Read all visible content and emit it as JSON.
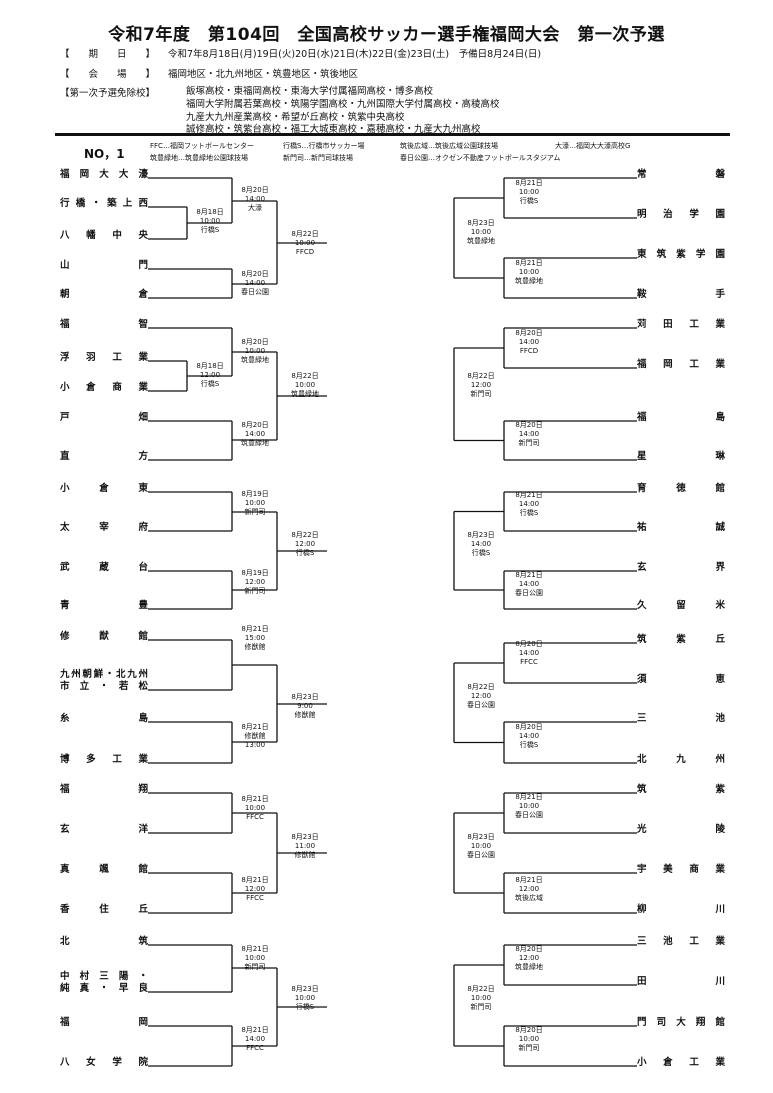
{
  "title": "令和7年度　第104回　全国高校サッカー選手権福岡大会　第一次予選",
  "info": {
    "period_label": "【　　期　　日　　】",
    "period_value": "令和7年8月18日(月)19日(火)20日(水)21日(木)22日(金)23日(土)　予備日8月24日(日)",
    "venue_label": "【　　会　　場　　】",
    "venue_value": "福岡地区・北九州地区・筑豊地区・筑後地区",
    "exempt_label": "【第一次予選免除校】",
    "exempt_lines": [
      "飯塚高校・東福岡高校・東海大学付属福岡高校・博多高校",
      "福岡大学附属若葉高校・筑陽学園高校・九州国際大学付属高校・高稜高校",
      "九産大九州産業高校・希望が丘高校・筑紫中央高校",
      "誠修高校・筑紫台高校・福工大城東高校・嘉穂高校・九産大九州高校"
    ]
  },
  "block_label": "NO，1",
  "legend": [
    "FFC…福岡フットボールセンター",
    "行橋S…行橋市サッカー場",
    "筑後広域…筑後広域公園球技場",
    "大濠…福岡大大濠高校G",
    "筑豊緑地…筑豊緑地公園球技場",
    "新門司…新門司球技場",
    "春日公園…オクゼン不動産フットボールスタジアム"
  ],
  "left_teams": [
    "福岡大大濠",
    "行橋・築上西",
    "八幡中央",
    "山門",
    "朝倉",
    "福智",
    "浮羽工業",
    "小倉商業",
    "戸畑",
    "直方",
    "小倉東",
    "太宰府",
    "武蔵台",
    "青豊",
    "修猷館",
    "九州朝鮮・北九州",
    "市立・若松",
    "糸島",
    "博多工業",
    "福翔",
    "玄洋",
    "真颯館",
    "香住丘",
    "北筑",
    "中村三陽・",
    "純真・早良",
    "福岡",
    "八女学院"
  ],
  "right_teams": [
    "常磐",
    "明治学園",
    "東筑紫学園",
    "鞍手",
    "苅田工業",
    "福岡工業",
    "福島",
    "星琳",
    "育徳館",
    "祐誠",
    "玄界",
    "久留米",
    "筑紫丘",
    "須恵",
    "三池",
    "北九州",
    "筑紫",
    "光陵",
    "宇美商業",
    "柳川",
    "三池工業",
    "田川",
    "門司大翔館",
    "小倉工業"
  ],
  "left_matches": [
    [
      "8月18日",
      "10:00",
      "行橋S"
    ],
    [
      "8月20日",
      "14:00",
      "大濠"
    ],
    [
      "8月20日",
      "14:00",
      "春日公園"
    ],
    [
      "8月22日",
      "10:00",
      "FFCD"
    ],
    [
      "8月18日",
      "12:00",
      "行橋S"
    ],
    [
      "8月20日",
      "10:00",
      "筑豊緑地"
    ],
    [
      "8月20日",
      "14:00",
      "筑豊緑地"
    ],
    [
      "8月22日",
      "10:00",
      "筑豊緑地"
    ],
    [
      "8月19日",
      "10:00",
      "新門司"
    ],
    [
      "8月19日",
      "12:00",
      "新門司"
    ],
    [
      "8月22日",
      "12:00",
      "行橋S"
    ],
    [
      "8月21日",
      "15:00",
      "修猷館"
    ],
    [
      "8月21日",
      "修猷館",
      "13:00"
    ],
    [
      "8月23日",
      "9:00",
      "修猷館"
    ],
    [
      "8月21日",
      "10:00",
      "FFCC"
    ],
    [
      "8月21日",
      "12:00",
      "FFCC"
    ],
    [
      "8月23日",
      "11:00",
      "修猷館"
    ],
    [
      "8月21日",
      "10:00",
      "新門司"
    ],
    [
      "8月21日",
      "14:00",
      "FFCC"
    ],
    [
      "8月23日",
      "10:00",
      "行橋S"
    ]
  ],
  "right_matches": [
    [
      "8月21日",
      "10:00",
      "行橋S"
    ],
    [
      "8月21日",
      "10:00",
      "筑豊緑地"
    ],
    [
      "8月23日",
      "10:00",
      "筑豊緑地"
    ],
    [
      "8月20日",
      "14:00",
      "FFCD"
    ],
    [
      "8月20日",
      "14:00",
      "新門司"
    ],
    [
      "8月22日",
      "12:00",
      "新門司"
    ],
    [
      "8月21日",
      "14:00",
      "行橋S"
    ],
    [
      "8月21日",
      "14:00",
      "春日公園"
    ],
    [
      "8月23日",
      "14:00",
      "行橋S"
    ],
    [
      "8月20日",
      "14:00",
      "FFCC"
    ],
    [
      "8月20日",
      "14:00",
      "行橋S"
    ],
    [
      "8月22日",
      "12:00",
      "春日公園"
    ],
    [
      "8月21日",
      "10:00",
      "春日公園"
    ],
    [
      "8月21日",
      "12:00",
      "筑後広域"
    ],
    [
      "8月23日",
      "10:00",
      "春日公園"
    ],
    [
      "8月20日",
      "12:00",
      "筑豊緑地"
    ],
    [
      "8月20日",
      "10:00",
      "新門司"
    ],
    [
      "8月22日",
      "10:00",
      "新門司"
    ]
  ]
}
